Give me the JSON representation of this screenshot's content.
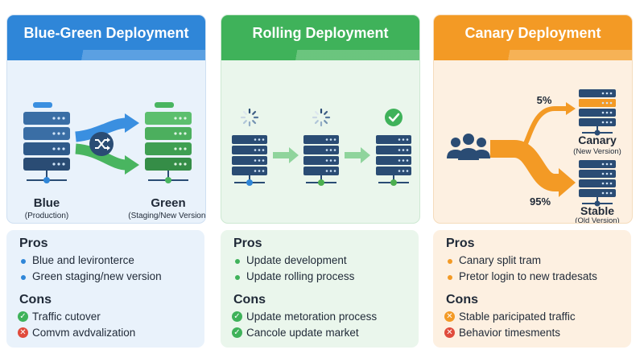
{
  "panels": [
    {
      "title": "Blue-Green Deployment",
      "label_blue": "Blue",
      "sub_blue": "(Production)",
      "label_green": "Green",
      "sub_green": "(Staging/New Version)",
      "colors": {
        "header": "#2f86d8",
        "accent": "#3a8fe0",
        "bg": "#e9f2fb"
      },
      "icons": [
        "server-stack-icon",
        "shuffle-icon",
        "arrow-icon"
      ]
    },
    {
      "title": "Rolling Deployment",
      "colors": {
        "header": "#3fb25a",
        "accent": "#4caf50",
        "bg": "#eaf6ec"
      },
      "icons": [
        "server-stack-icon",
        "spinner-icon",
        "check-icon",
        "arrow-icon"
      ]
    },
    {
      "title": "Canary Deployment",
      "percent_canary": "5%",
      "percent_stable": "95%",
      "label_canary": "Canary",
      "sub_canary": "(New Version)",
      "label_stable": "Stable",
      "sub_stable": "(Old Version)",
      "colors": {
        "header": "#f39a25",
        "accent": "#f39a25",
        "bg": "#fdf0e1"
      },
      "icons": [
        "users-icon",
        "server-stack-icon",
        "arrow-icon"
      ]
    }
  ],
  "cards": [
    {
      "pros_title": "Pros",
      "pros": [
        "Blue and levironterce",
        "Green staging/new version"
      ],
      "cons_title": "Cons",
      "cons": [
        "Traffic cutover",
        "Comvm avdvalization"
      ]
    },
    {
      "pros_title": "Pros",
      "pros": [
        "Update development",
        "Update rolling process"
      ],
      "cons_title": "Cons",
      "cons": [
        "Update metoration process",
        "Cancole update market"
      ]
    },
    {
      "pros_title": "Pros",
      "pros": [
        "Canary split tram",
        "Pretor login to new tradesats"
      ],
      "cons_title": "Cons",
      "cons": [
        "Stable paricipated traffic",
        "Behavior timesments"
      ]
    }
  ]
}
